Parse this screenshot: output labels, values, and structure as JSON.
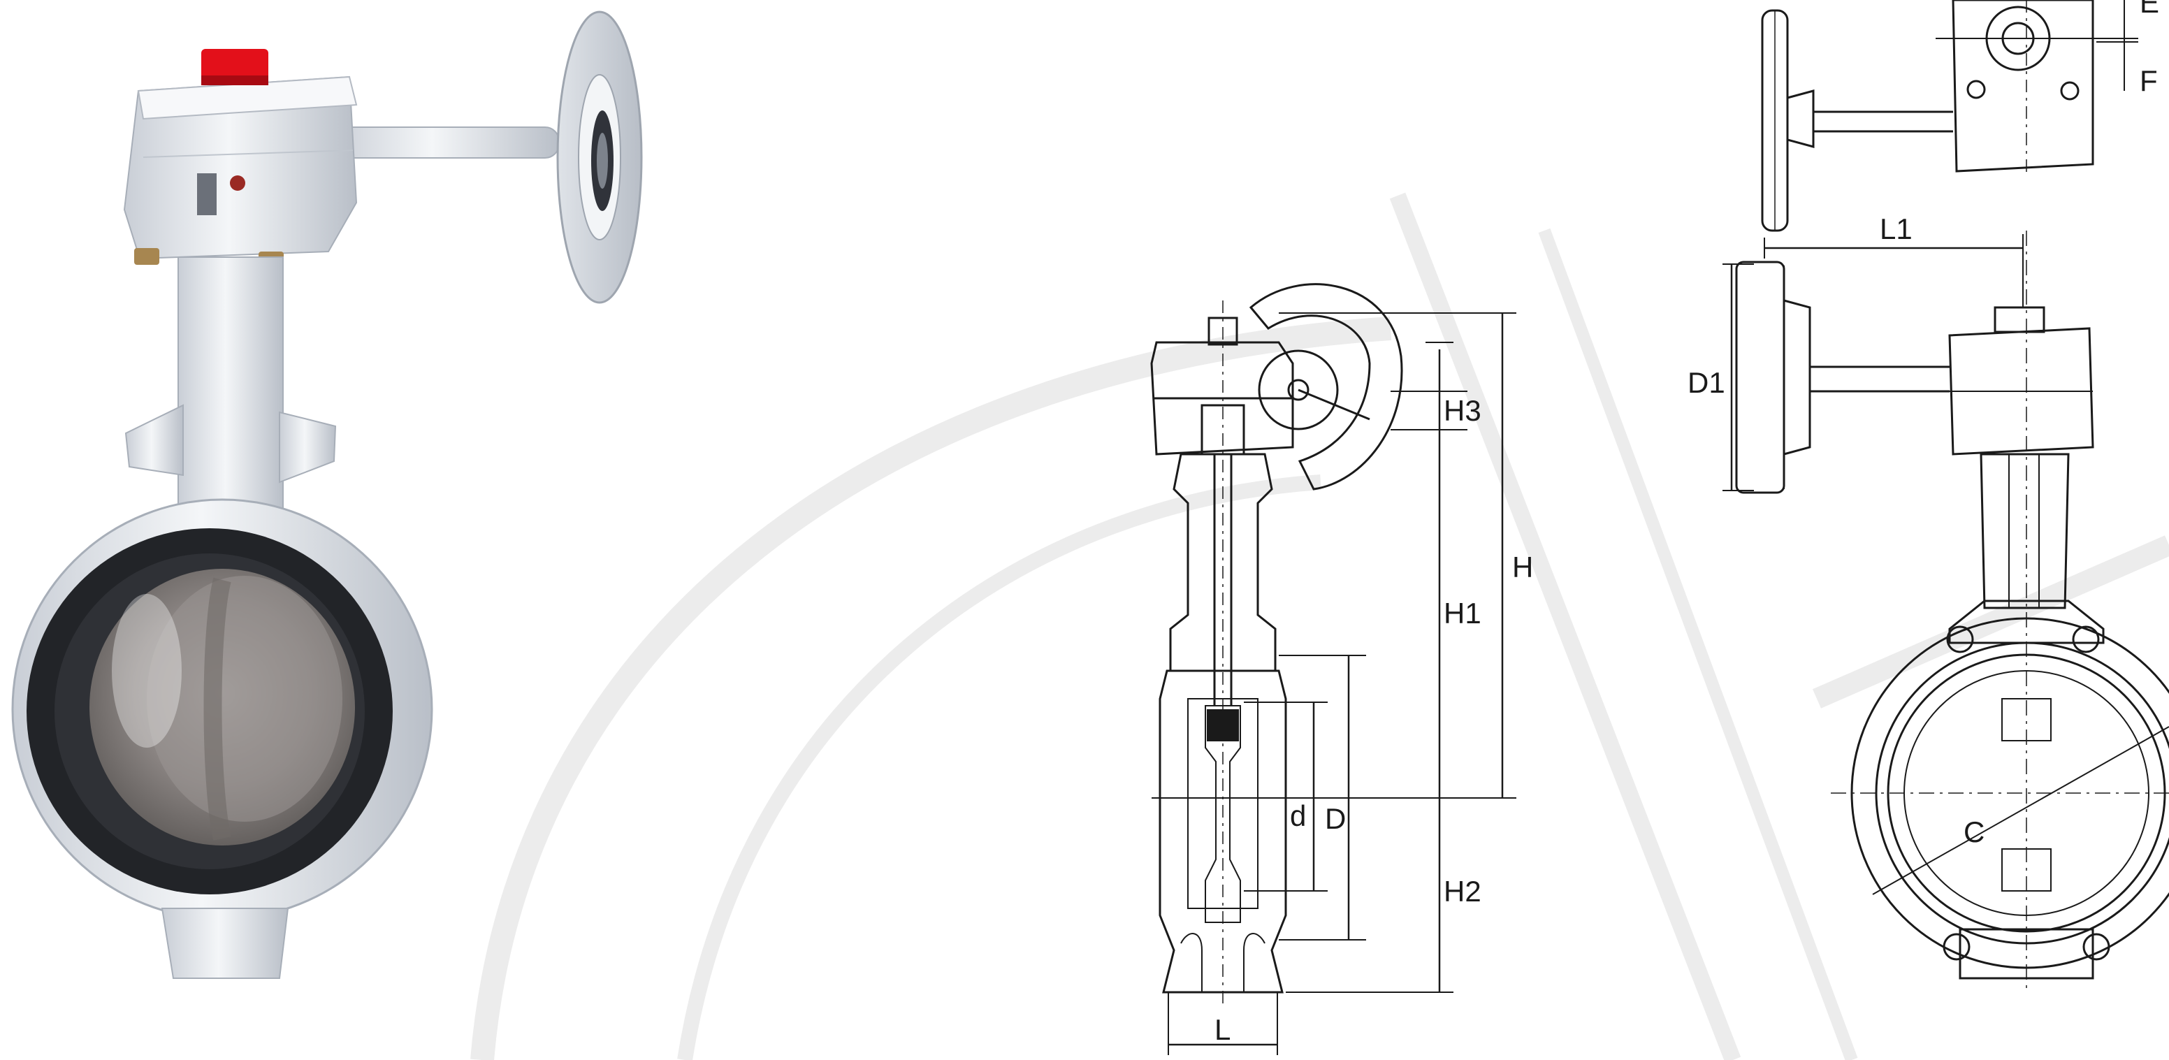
{
  "labels": {
    "h3": "H3",
    "h": "H",
    "h1": "H1",
    "h2": "H2",
    "d_small": "d",
    "d_large": "D",
    "l": "L",
    "l1": "L1",
    "d1": "D1",
    "c": "C",
    "e": "E",
    "f": "F"
  },
  "colors": {
    "line": "#1a1a1a",
    "valve_body": "#eef1f4",
    "seat": "#222428",
    "indicator": "#e3101a",
    "disc": "#8f8a88",
    "watermark": "#e9e9e9"
  }
}
